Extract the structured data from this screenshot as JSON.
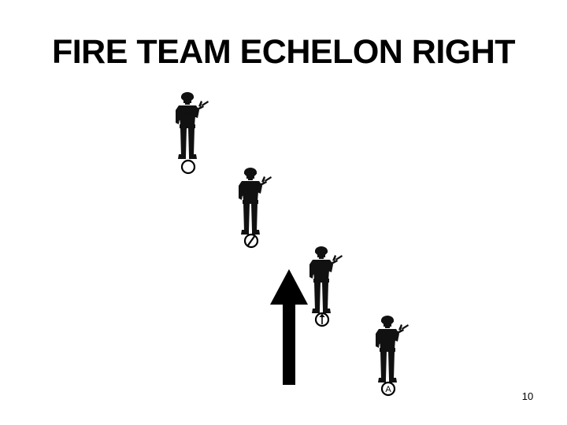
{
  "title": "FIRE TEAM ECHELON RIGHT",
  "page_number": "10",
  "soldiers": [
    {
      "role_symbol": "circle-icon"
    },
    {
      "role_symbol": "circle-slash-icon"
    },
    {
      "role_symbol": "circle-arrow-up-icon"
    },
    {
      "role_symbol": "circle-letter-icon",
      "symbol_letter": "A"
    }
  ],
  "direction_of_movement": "up-arrow-icon",
  "colors": {
    "figures": "#111111",
    "background": "#ffffff",
    "text": "#000000"
  }
}
